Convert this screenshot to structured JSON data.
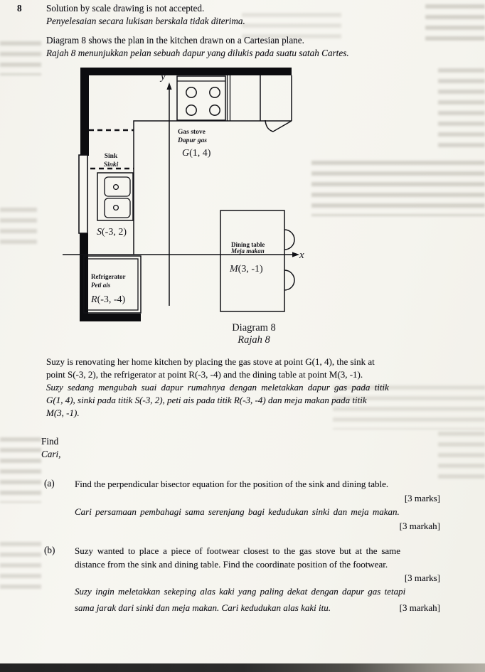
{
  "page": {
    "question_number": "8",
    "intro_en_1": "Solution by scale drawing is not accepted.",
    "intro_ms_1": "Penyelesaian secara lukisan berskala tidak diterima.",
    "intro_en_2": "Diagram 8 shows the plan in the kitchen drawn on a Cartesian plane.",
    "intro_ms_2": "Rajah 8 menunjukkan pelan sebuah dapur yang dilukis pada suatu satah Cartes."
  },
  "diagram": {
    "y_axis_label": "y",
    "x_axis_label": "x",
    "gas_stove": {
      "name_en": "Gas stove",
      "name_ms": "Dapur gas",
      "letter": "G",
      "coords": "(1, 4)"
    },
    "sink": {
      "name_en": "Sink",
      "name_ms": "Sinki",
      "letter": "S",
      "coords": "(-3, 2)"
    },
    "refrigerator": {
      "name_en": "Refrigerator",
      "name_ms": "Peti ais",
      "letter": "R",
      "coords": "(-3, -4)"
    },
    "dining_table": {
      "name_en": "Dining table",
      "name_ms": "Meja makan",
      "letter": "M",
      "coords": "(3, -1)"
    },
    "caption_en": "Diagram 8",
    "caption_ms": "Rajah 8",
    "points": {
      "G": [
        1,
        4
      ],
      "S": [
        -3,
        2
      ],
      "R": [
        -3,
        -4
      ],
      "M": [
        3,
        -1
      ]
    }
  },
  "body": {
    "en_line1": "Suzy is renovating her home kitchen by placing the gas stove at point G(1, 4), the sink at",
    "en_line2": "point S(-3, 2), the refrigerator at point R(-3, -4) and the dining table at point M(3, -1).",
    "ms_line1": "Suzy sedang mengubah suai dapur rumahnya dengan meletakkan dapur gas pada titik",
    "ms_line2": "G(1, 4), sinki pada titik S(-3, 2), peti ais pada titik R(-3, -4) dan meja makan pada titik",
    "ms_line3": "M(3, -1).",
    "find_en": "Find",
    "find_ms": "Cari,"
  },
  "parts": {
    "a": {
      "label": "(a)",
      "en": "Find the perpendicular bisector equation for the position of the sink and dining table.",
      "marks_en": "[3 marks]",
      "ms": "Cari persamaan pembahagi sama serenjang bagi kedudukan sinki dan meja makan.",
      "marks_ms": "[3 markah]"
    },
    "b": {
      "label": "(b)",
      "en_line1": "Suzy wanted to place a piece of footwear closest to the gas stove but at the same",
      "en_line2": "distance from the sink and dining table. Find the coordinate position of the footwear.",
      "marks_en": "[3 marks]",
      "ms_line1": "Suzy ingin meletakkan sekeping alas kaki yang paling dekat dengan dapur gas tetapi",
      "ms_line2": "sama jarak dari sinki dan meja makan. Cari kedudukan alas kaki itu.",
      "marks_ms": "[3 markah]"
    }
  }
}
